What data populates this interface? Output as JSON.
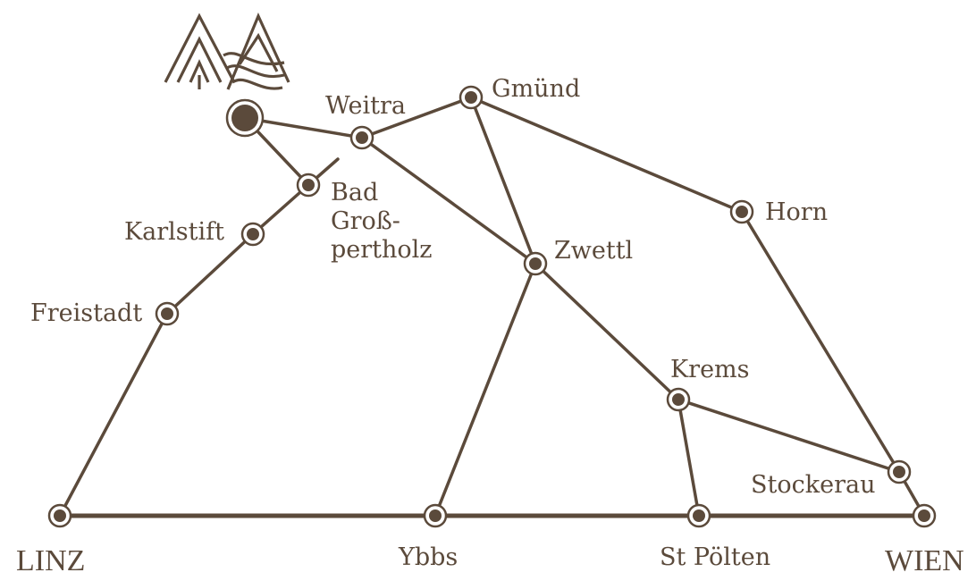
{
  "colors": {
    "line": "#5b4a3b",
    "background": "#ffffff"
  },
  "logo": {
    "icon": "forest-mountain-river-logo-icon"
  },
  "places": {
    "linz": "LINZ",
    "ybbs": "Ybbs",
    "st_poelten": "St Pölten",
    "wien": "WIEN",
    "freistadt": "Freistadt",
    "karlstift": "Karlstift",
    "bad_grosspertholz": [
      "Bad",
      "Groß-",
      "pertholz"
    ],
    "weitra": "Weitra",
    "gmuend": "Gmünd",
    "zwettl": "Zwettl",
    "horn": "Horn",
    "krems": "Krems",
    "stockerau": "Stockerau"
  }
}
